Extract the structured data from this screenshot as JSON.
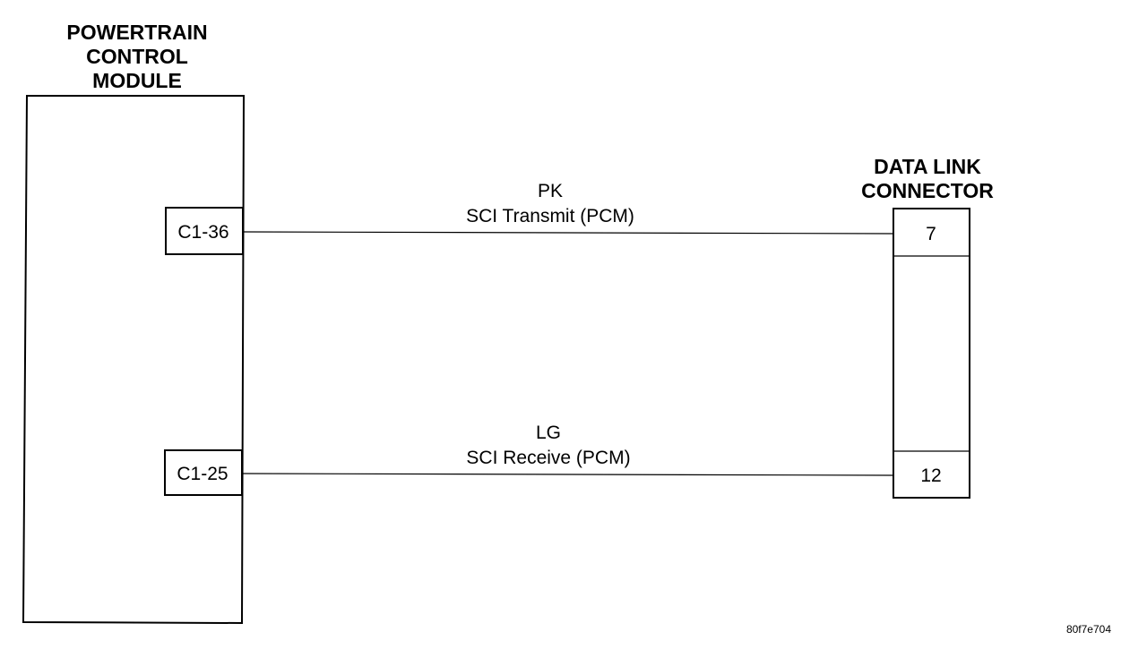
{
  "pcm": {
    "title_lines": [
      "POWERTRAIN",
      "CONTROL",
      "MODULE"
    ],
    "pins": {
      "transmit": "C1-36",
      "receive": "C1-25"
    }
  },
  "dlc": {
    "title_lines": [
      "DATA LINK",
      "CONNECTOR"
    ],
    "pins": {
      "transmit": "7",
      "receive": "12"
    }
  },
  "wires": {
    "transmit": {
      "color_code": "PK",
      "description": "SCI Transmit (PCM)"
    },
    "receive": {
      "color_code": "LG",
      "description": "SCI Receive (PCM)"
    }
  },
  "figure_id": "80f7e704"
}
